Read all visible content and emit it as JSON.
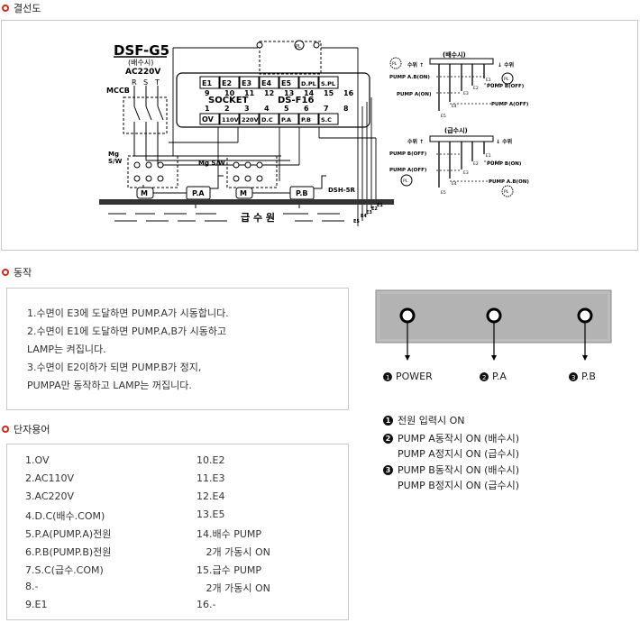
{
  "sections": {
    "wiring": "결선도",
    "operation": "동작",
    "terms": "단자용어"
  },
  "diagram": {
    "model": "DSF-G5",
    "drain_mode": "(배수시)",
    "voltage": "AC220V",
    "mccb": "MCCB",
    "rst": [
      "R",
      "S",
      "T"
    ],
    "socket_top_labels": [
      "E1",
      "E2",
      "E3",
      "E4",
      "E5",
      "D.PL",
      "S.PL"
    ],
    "socket_top_numbers": [
      "9",
      "10",
      "11",
      "12",
      "13",
      "14",
      "15",
      "16"
    ],
    "socket_title": "SOCKET",
    "socket_model": "DS-F16",
    "socket_bottom_numbers": [
      "1",
      "2",
      "3",
      "4",
      "5",
      "6",
      "7",
      "8"
    ],
    "socket_bottom_labels": [
      "OV",
      "110V",
      "220V",
      "D.C",
      "P.A",
      "P.B",
      "S.C"
    ],
    "mg_sw": "Mg\nS/W",
    "mg_sw2": "Mg S/W",
    "motor": "M",
    "pump_a": "P.A",
    "pump_b": "P.B",
    "sensor": "DSH-5R",
    "water_source": "급 수 원",
    "electrodes": [
      "E5",
      "E4",
      "E3",
      "E2",
      "E1"
    ],
    "pl": "PL",
    "drain_diagram": {
      "title": "(배수시)",
      "level_up": "수위 ↑",
      "level_down": "↓ 수위",
      "ab_on": "PUMP A.B(ON)",
      "a_on": "PUMP A(ON)",
      "b_off": "PUMP B(OFF)",
      "a_off": "PUMP A(OFF)"
    },
    "supply_diagram": {
      "title": "(급수시)",
      "level_up": "수위 ↑",
      "level_down": "↓ 수위",
      "b_off": "PUMP B(OFF)",
      "a_off": "PUMP A(OFF)",
      "b_on": "PUMP B(ON)",
      "ab_on": "PUMP A.B(ON)"
    }
  },
  "operation": [
    "1.수면이 E3에 도달하면 PUMP.A가 시동합니다.",
    "2.수면이 E1에 도달하면 PUMP.A,B가 시동하고",
    "  LAMP는 켜집니다.",
    "3.수면이 E2이하가 되면 PUMP.B가 정지,",
    "  PUMPA만 동작하고 LAMP는 꺼집니다."
  ],
  "panel": {
    "labels": [
      "POWER",
      "P.A",
      "P.B"
    ],
    "numbers": [
      "1",
      "2",
      "3"
    ],
    "legend": [
      {
        "num": "1",
        "text": "전원 입력시 ON"
      },
      {
        "num": "2",
        "text": "PUMP A동작시 ON (배수시)"
      },
      {
        "num": "",
        "text": "PUMP A정지시 ON (급수시)"
      },
      {
        "num": "3",
        "text": "PUMP B동작시 ON (배수시)"
      },
      {
        "num": "",
        "text": "PUMP B정지시 ON (급수시)"
      }
    ]
  },
  "terms": {
    "left": [
      "1.OV",
      "2.AC110V",
      "3.AC220V",
      "4.D.C(배수.COM)",
      "5.P.A(PUMP.A)전원",
      "6.P.B(PUMP.B)전원",
      "7.S.C(급수.COM)",
      "8.-",
      "9.E1"
    ],
    "right": [
      "10.E2",
      "11.E3",
      "12.E4",
      "13.E5",
      "14.배수 PUMP",
      "   2개 가동시 ON",
      "15.급수 PUMP",
      "   2개 가동시 ON",
      "16.-"
    ]
  }
}
